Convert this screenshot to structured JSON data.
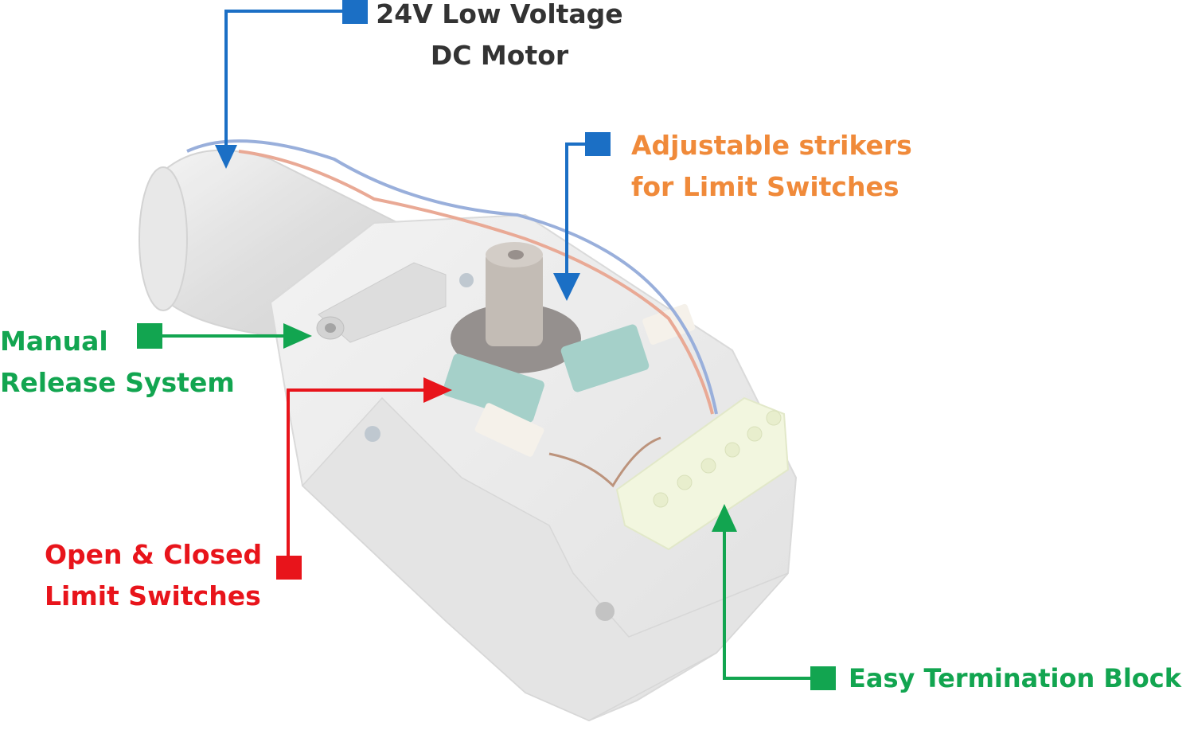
{
  "callouts": {
    "motor": {
      "lines": [
        "24V Low Voltage",
        "DC Motor"
      ],
      "color": "#333333",
      "marker_color": "#1b6fc5"
    },
    "strikers": {
      "lines": [
        "Adjustable strikers",
        "for Limit Switches"
      ],
      "color": "#f08a3a",
      "marker_color": "#1b6fc5"
    },
    "release": {
      "lines": [
        "Manual",
        "Release System"
      ],
      "color": "#12a550",
      "marker_color": "#12a550"
    },
    "limits": {
      "lines": [
        "Open & Closed",
        "Limit Switches"
      ],
      "color": "#e8141b",
      "marker_color": "#e8141b"
    },
    "terminal": {
      "lines": [
        "Easy Termination Block"
      ],
      "color": "#12a550",
      "marker_color": "#12a550"
    }
  },
  "product": {
    "body_color": "#ececec",
    "switch_color": "#9ccbc4",
    "terminal_color": "#f1f6dc"
  }
}
